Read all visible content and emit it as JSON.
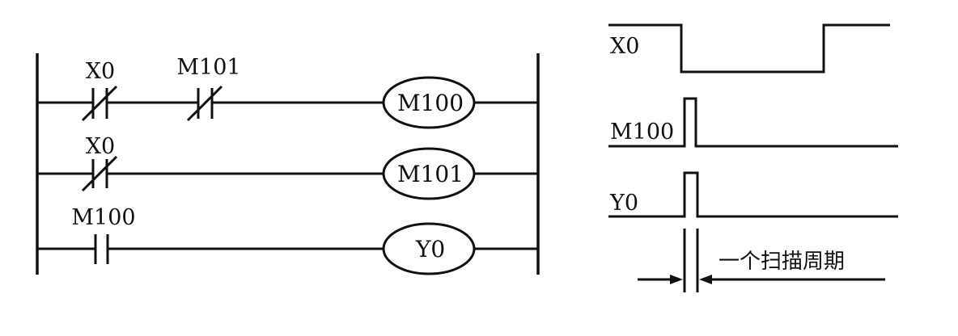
{
  "ladder": {
    "rung1": {
      "contact1": "X0",
      "contact2": "M101",
      "coil": "M100"
    },
    "rung2": {
      "contact1": "X0",
      "coil": "M101"
    },
    "rung3": {
      "contact1": "M100",
      "coil": "Y0"
    }
  },
  "timing": {
    "signals": [
      "X0",
      "M100",
      "Y0"
    ],
    "annotation": "一个扫描周期"
  }
}
